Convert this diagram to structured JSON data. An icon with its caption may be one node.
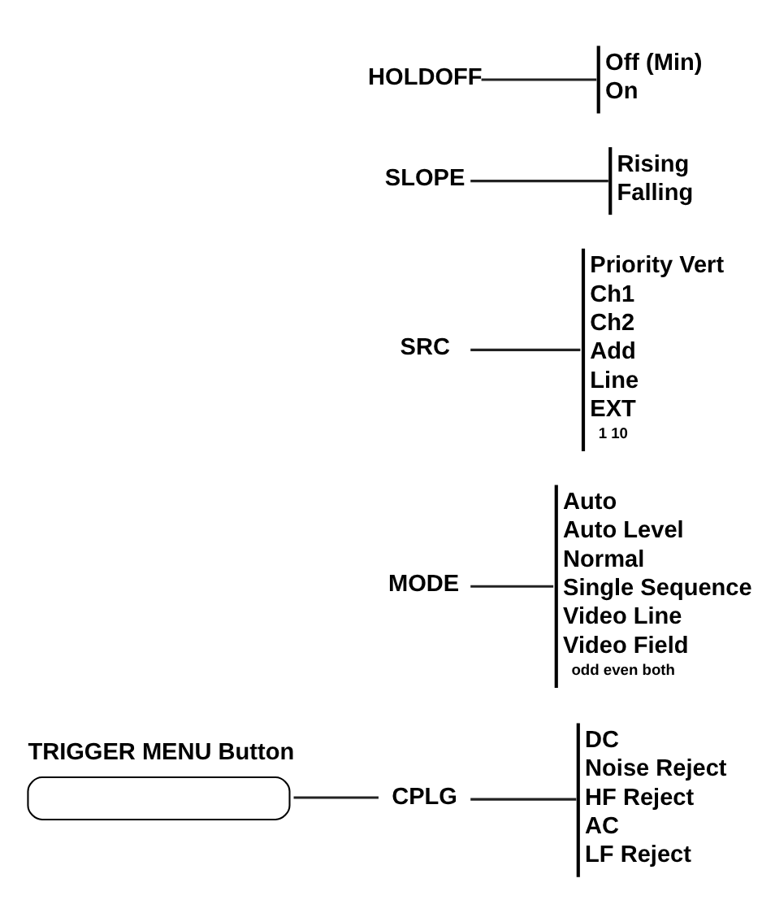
{
  "diagram": {
    "nodes": [
      {
        "text": [
          "TRIGGER MENU Button"
        ]
      },
      {
        "text": [
          "MODE"
        ]
      },
      {
        "text": [
          "SRC"
        ]
      },
      {
        "text": [
          "CPLG"
        ]
      },
      {
        "text": [
          "SLOPE"
        ]
      },
      {
        "text": [
          "HOLDOFF"
        ]
      },
      {
        "text": [
          "Auto",
          "Auto Level",
          "Normal",
          "Single Sequence",
          "Video Line",
          "Video Field",
          "odd even both"
        ]
      },
      {
        "text": [
          "Priority Vert",
          "Ch1",
          "Ch2",
          "Add",
          "Line",
          "EXT",
          "1 10"
        ]
      },
      {
        "text": [
          "DC",
          "Noise Reject",
          "HF Reject",
          "AC",
          "LF Reject"
        ]
      },
      {
        "text": [
          "Rising",
          "Falling"
        ]
      },
      {
        "text": [
          "Off (Min)",
          "On"
        ]
      }
    ],
    "edges": [
      {
        "from": 0,
        "to": 3,
        "arrow": "none"
      },
      {
        "from": 1,
        "to": 6,
        "arrow": "none"
      },
      {
        "from": 2,
        "to": 7,
        "arrow": "none"
      },
      {
        "from": 3,
        "to": 8,
        "arrow": "none"
      },
      {
        "from": 4,
        "to": 9,
        "arrow": "none"
      },
      {
        "from": 5,
        "to": 10,
        "arrow": "none"
      }
    ]
  }
}
